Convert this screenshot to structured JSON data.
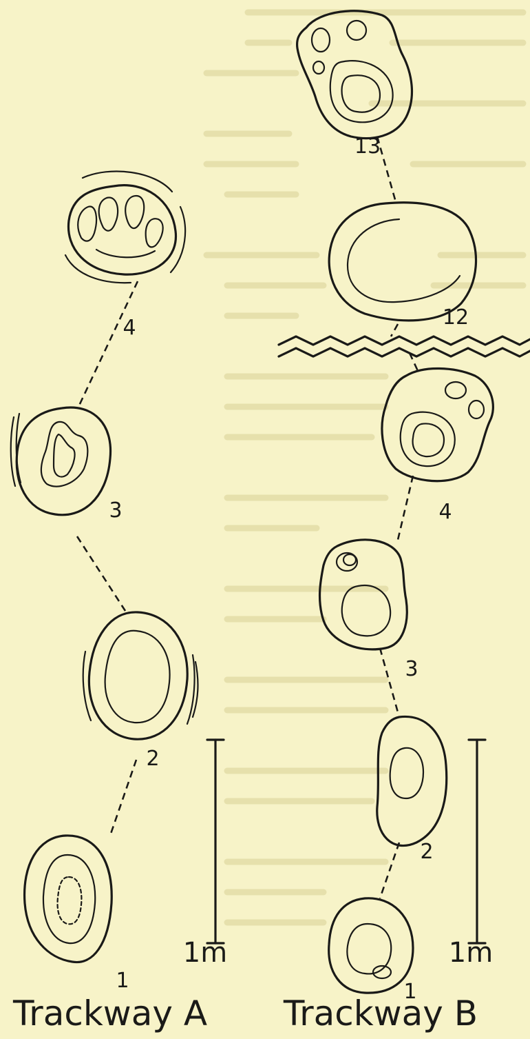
{
  "trackway_a": {
    "title": "Trackway A",
    "footprint_labels": [
      "4",
      "3",
      "2",
      "1"
    ],
    "scale_label": "1m"
  },
  "trackway_b": {
    "title": "Trackway B",
    "footprint_labels": [
      "13",
      "12",
      "4",
      "3",
      "2",
      "1"
    ],
    "scale_label": "1m"
  }
}
